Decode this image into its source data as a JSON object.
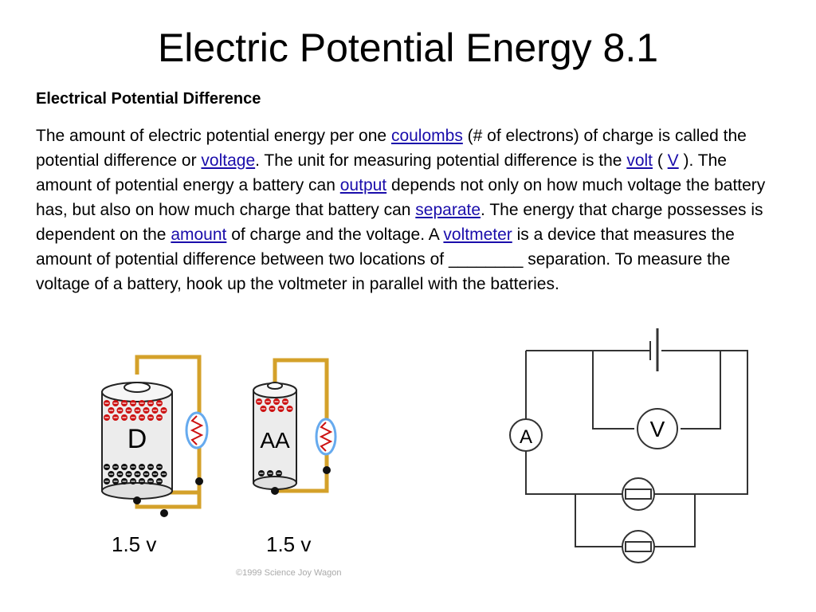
{
  "title": "Electric Potential Energy 8.1",
  "heading": "Electrical Potential Difference",
  "paragraph": [
    {
      "t": "The amount of electric potential energy per one "
    },
    {
      "t": "coulombs",
      "link": true
    },
    {
      "t": " (# of electrons) of charge is called the potential difference or "
    },
    {
      "t": "voltage",
      "link": true
    },
    {
      "t": ". The unit for measuring potential difference is the "
    },
    {
      "t": "volt",
      "link": true
    },
    {
      "t": " ( "
    },
    {
      "t": "V",
      "link": true
    },
    {
      "t": " ). The amount of potential energy a battery can "
    },
    {
      "t": "output",
      "link": true
    },
    {
      "t": " depends not only on how much voltage the battery has, but also on how much charge that battery can "
    },
    {
      "t": "separate",
      "link": true
    },
    {
      "t": ". The energy that charge possesses is dependent on the "
    },
    {
      "t": "amount",
      "link": true
    },
    {
      "t": " of charge and the voltage. A "
    },
    {
      "t": "voltmeter",
      "link": true
    },
    {
      "t": " is a device that measures the amount of potential difference between two locations of ________ separation. To measure the voltage of a battery, hook up the voltmeter in parallel with the batteries."
    }
  ],
  "battery_figure": {
    "d_label": "D",
    "aa_label": "AA",
    "d_voltage": "1.5 v",
    "aa_voltage": "1.5 v",
    "credit": "©1999 Science Joy Wagon"
  },
  "circuit_figure": {
    "ammeter_symbol": "A",
    "voltmeter_symbol": "V"
  },
  "colors": {
    "wire": "#d4a12a",
    "positive": "#cc1111",
    "negative": "#111111",
    "link": "#1a0dab"
  }
}
